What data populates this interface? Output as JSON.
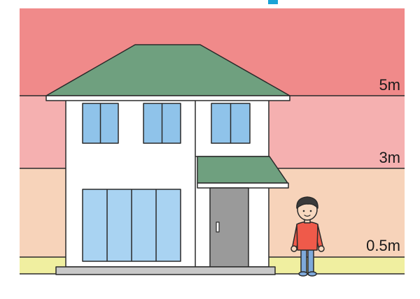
{
  "levels": [
    {
      "label": "5m"
    },
    {
      "label": "3m"
    },
    {
      "label": "0.5m"
    }
  ],
  "colors": {
    "band_top": "#f08a8a",
    "band_mid": "#f5b0b0",
    "band_low": "#f7d3ba",
    "ground": "#f0efa0",
    "roof": "#6fa07f",
    "wall": "#ffffff",
    "window": "#8fc3ea",
    "door": "#9a9a9a",
    "person_shirt": "#ef5a4a",
    "person_pants": "#7ea9da",
    "title_accent": "#1aa3d6"
  },
  "icons": [
    "house-icon",
    "person-icon"
  ]
}
